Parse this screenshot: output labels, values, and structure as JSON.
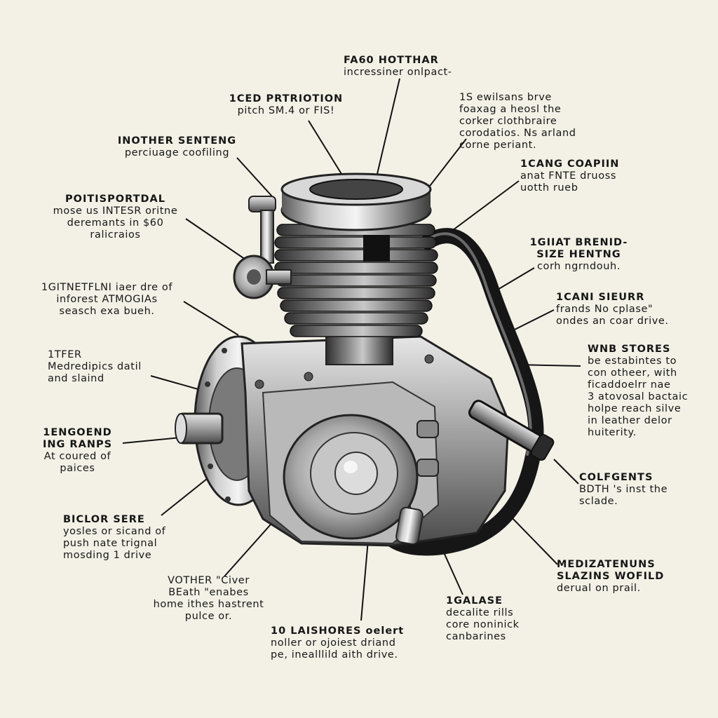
{
  "diagram": {
    "callouts": {
      "c01": {
        "title": "FA60 HOTTHAR",
        "lines": [
          "incressiner onlpact-"
        ]
      },
      "c02": {
        "title": "1CED PRTRIOTION",
        "lines": [
          "pitch SM.4 or FIS!"
        ]
      },
      "c03": {
        "title": "",
        "lines": [
          "1S ewilsans brve",
          "foaxag a heosl the",
          "corker clothbraire",
          "corodatios. Ns arland",
          "corne periant."
        ]
      },
      "c04": {
        "title": "INOTHER SENTENG",
        "lines": [
          "perciuage coofiling"
        ]
      },
      "c05": {
        "title": "1CANG COAPIIN",
        "lines": [
          "anat FNTE druoss",
          "uotth rueb"
        ]
      },
      "c06": {
        "title": "POITISPORTDAL",
        "lines": [
          "mose us INTESR oritne",
          "deremants in $60",
          "ralicraios"
        ]
      },
      "c07": {
        "title": "1GIIAT BRENID-",
        "lines": [
          "SIZE HENTNG",
          "corh ngrndouh."
        ]
      },
      "c08": {
        "title": "",
        "lines": [
          "1GITNETFLNI iaer dre of",
          "inforest ATMOGIAs",
          "seasch exa bueh."
        ]
      },
      "c09": {
        "title": "",
        "lines": [
          "1CANI SIEURR",
          "frands No cplase\"",
          "ondes an coar drive."
        ]
      },
      "c10": {
        "title": "",
        "lines": [
          "1TFER",
          "Medredipics datil",
          "and slaind"
        ]
      },
      "c11": {
        "title": "WNB STORES",
        "lines": [
          "be estabintes to",
          "con otheer, with",
          "ficaddoelrr nae",
          "3 atovosal bactaic",
          "holpe reach silve",
          "in leather delor",
          "huiterity."
        ]
      },
      "c12": {
        "title": "1ENGOEND",
        "lines": [
          "ING RANPS",
          "At coured of",
          "paices"
        ]
      },
      "c13": {
        "title": "COLFGENTS",
        "lines": [
          "BDTH 's inst the",
          "sclade."
        ]
      },
      "c14": {
        "title": "BICLOR SERE",
        "lines": [
          "yosles or sicand of",
          "push nate trignal",
          "mosding 1 drive"
        ]
      },
      "c15": {
        "title": "MEDIZATENUNS",
        "lines": [
          "SLAZINS WOFILD",
          "derual on prail."
        ]
      },
      "c16": {
        "title": "",
        "lines": [
          "VOTHER \"Civer",
          "BEath \"enabes",
          "home ithes hastrent",
          "pulce or."
        ]
      },
      "c17": {
        "title": "1GALASE",
        "lines": [
          "decalite rills",
          "core noninick",
          "canbarines"
        ]
      },
      "c18": {
        "title": "10 LAISHORES oelert",
        "lines": [
          "noller or ojoiest driand",
          "pe, inealllild aith drive."
        ]
      }
    }
  }
}
